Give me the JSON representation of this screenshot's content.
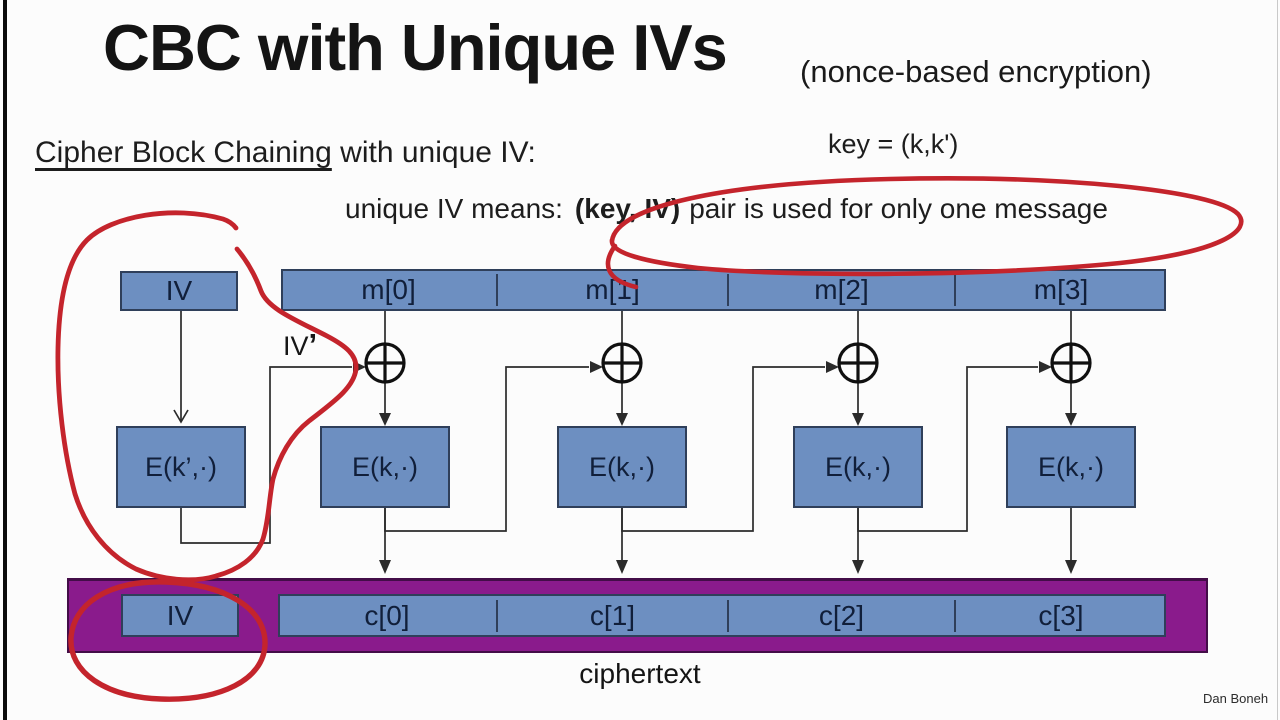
{
  "slide": {
    "title": "CBC with Unique IVs",
    "subtitle": "(nonce-based encryption)",
    "heading_underlined": "Cipher Block Chaining",
    "heading_rest": " with unique IV:",
    "key_note": "key = (k,k')",
    "means_prefix": "unique IV means:",
    "means_bold": "(key, IV)",
    "means_rest": "pair is used for only one message",
    "credit": "Dan Boneh"
  },
  "diagram": {
    "iv_top": "IV",
    "iv_prime_base": "IV",
    "iv_prime_tick": "’",
    "m_blocks": [
      "m[0]",
      "m[1]",
      "m[2]",
      "m[3]"
    ],
    "e_boxes": [
      "E(k’,·)",
      "E(k,·)",
      "E(k,·)",
      "E(k,·)",
      "E(k,·)"
    ],
    "iv_bottom": "IV",
    "c_blocks": [
      "c[0]",
      "c[1]",
      "c[2]",
      "c[3]"
    ],
    "ciphertext_label": "ciphertext",
    "xor_symbol": "⊕"
  },
  "colors": {
    "block_blue": "#6d8fc1",
    "block_border": "#2f3f5a",
    "purple_bar": "#8a1b8c",
    "annotation_red": "#c4242c",
    "text_dark": "#1d1d1d"
  }
}
